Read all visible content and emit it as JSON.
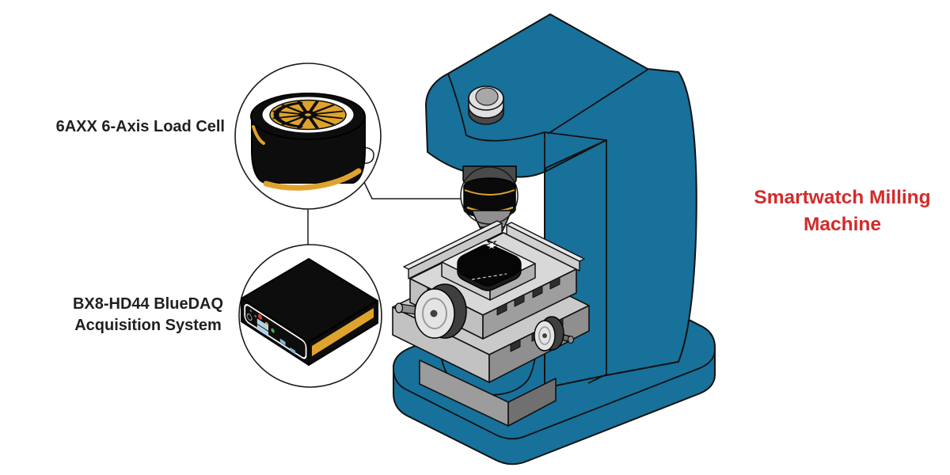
{
  "diagram": {
    "machine_label": "Smartwatch Milling Machine",
    "callouts": [
      {
        "id": "load-cell",
        "label": "6AXX 6-Axis Load Cell"
      },
      {
        "id": "daq",
        "label": "BX8-HD44 BlueDAQ Acquisition System",
        "label_lines": [
          "BX8-HD44 BlueDAQ",
          "Acquisition System"
        ]
      }
    ],
    "colors": {
      "machine_teal": "#17719A",
      "accent_gold": "#DFA32D",
      "title_red": "#D22B2B",
      "ink": "#221E1F",
      "background": "#FFFFFF"
    }
  }
}
